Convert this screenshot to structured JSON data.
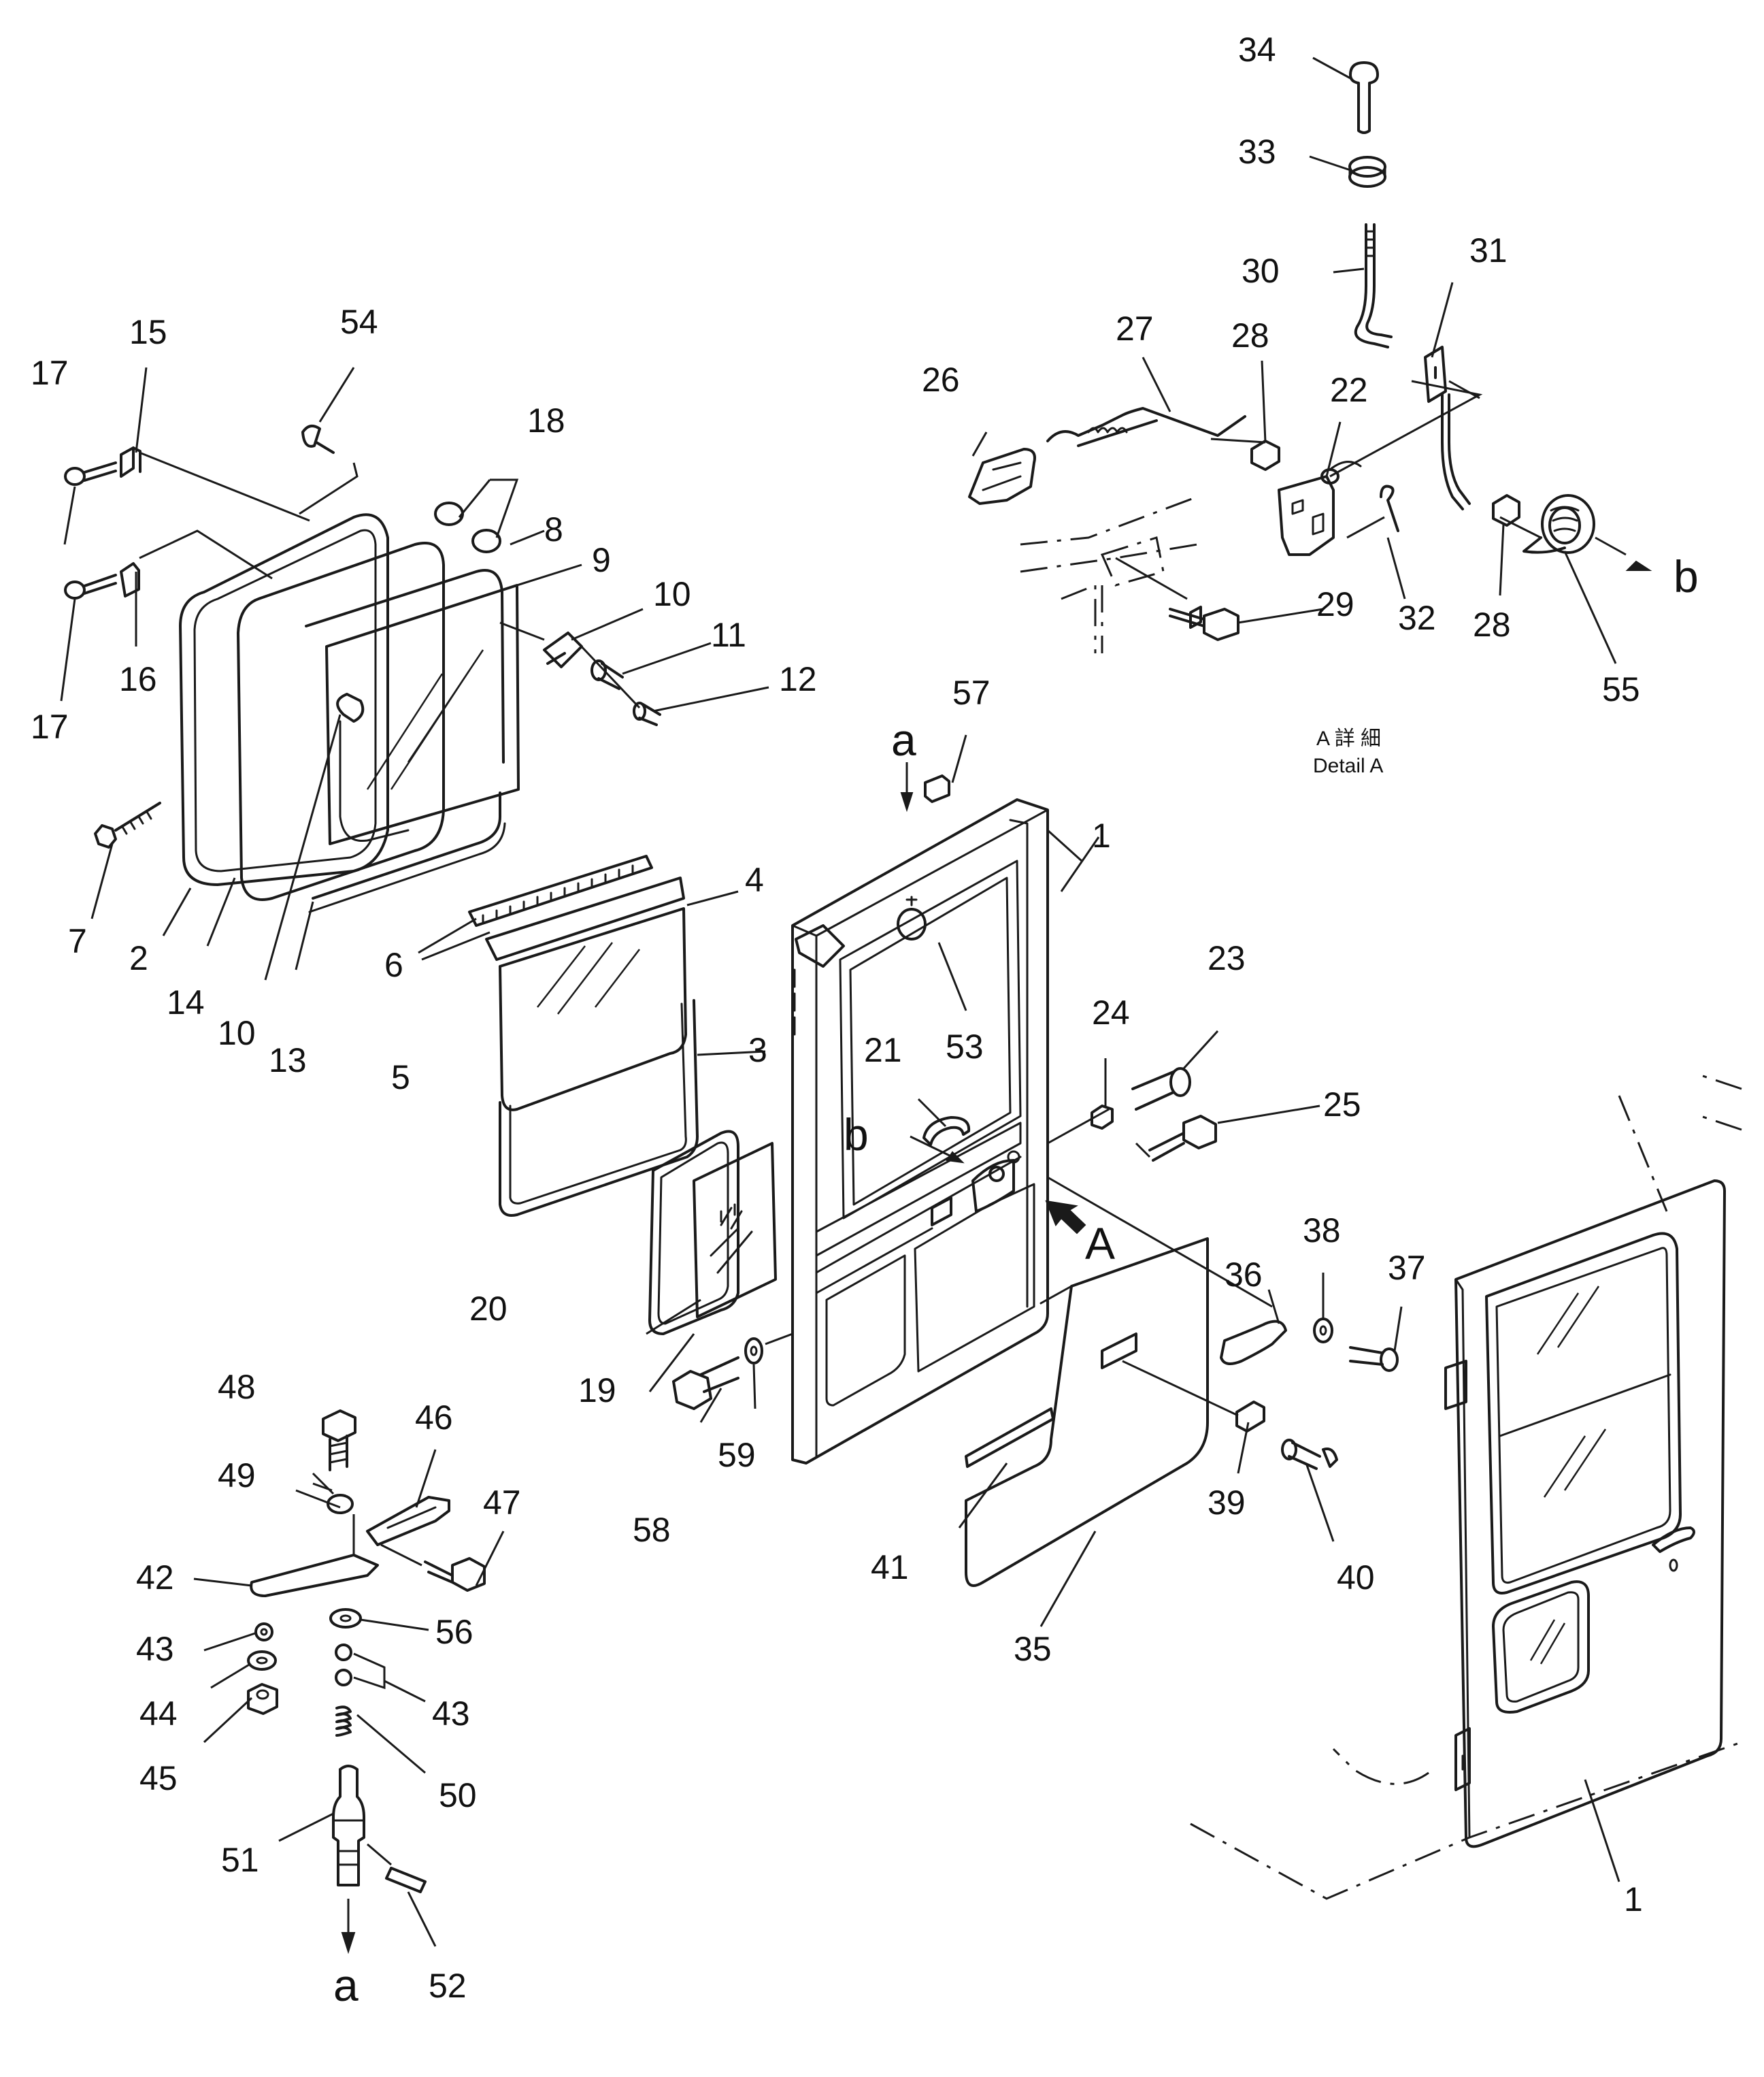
{
  "callouts": [
    "1",
    "1",
    "2",
    "3",
    "4",
    "5",
    "6",
    "7",
    "8",
    "9",
    "10",
    "10",
    "11",
    "12",
    "13",
    "14",
    "15",
    "16",
    "17",
    "17",
    "18",
    "19",
    "20",
    "21",
    "22",
    "23",
    "24",
    "25",
    "26",
    "27",
    "28",
    "28",
    "29",
    "30",
    "31",
    "32",
    "33",
    "34",
    "35",
    "36",
    "37",
    "38",
    "39",
    "40",
    "41",
    "42",
    "43",
    "43",
    "44",
    "45",
    "46",
    "47",
    "48",
    "49",
    "50",
    "51",
    "52",
    "53",
    "54",
    "55",
    "56",
    "57",
    "58",
    "59"
  ],
  "refs": {
    "a_top": "a",
    "a_bottom": "a",
    "b_left": "b",
    "b_right": "b",
    "view_arrow": "A"
  },
  "detail_caption": {
    "line1": "A 詳 細",
    "line2": "Detail A"
  }
}
